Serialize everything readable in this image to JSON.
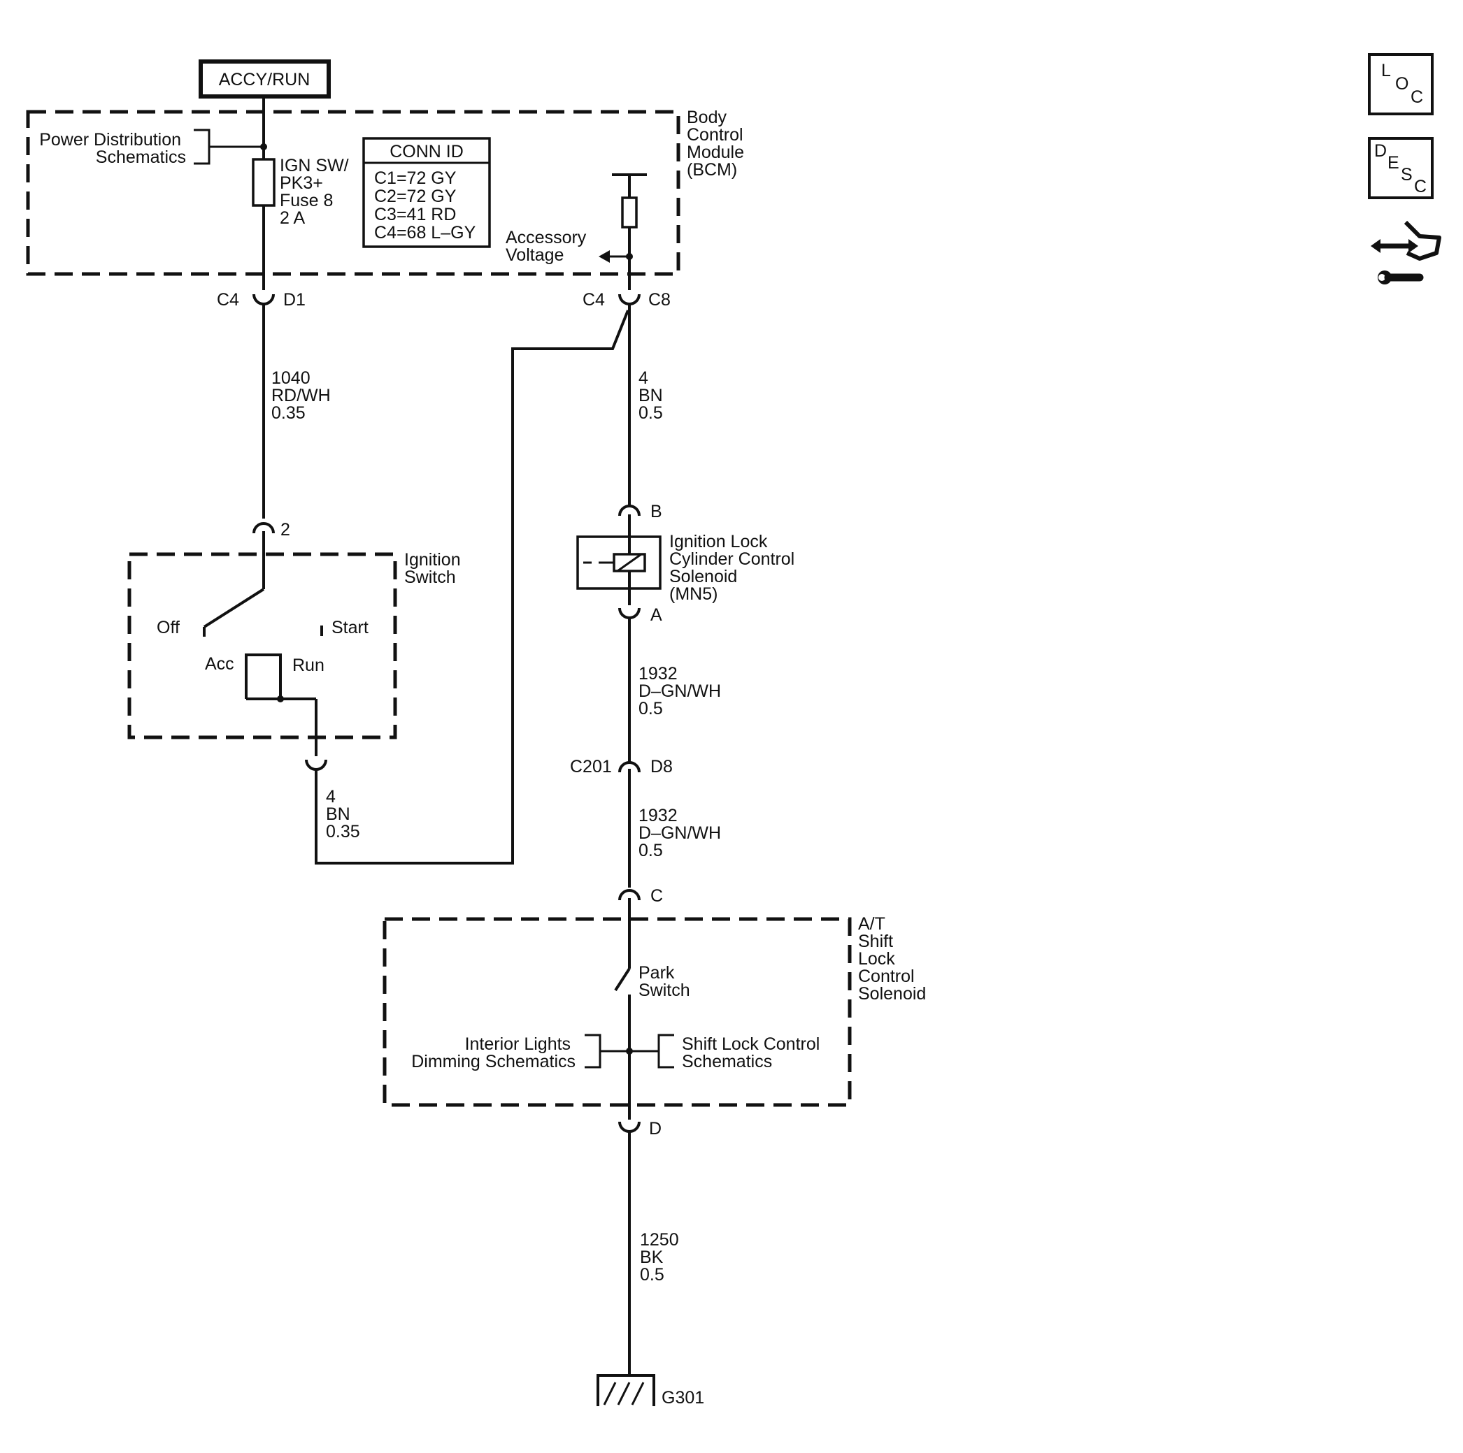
{
  "power_source": "ACCY/RUN",
  "bcm": {
    "label": [
      "Body",
      "Control",
      "Module",
      "(BCM)"
    ],
    "power_distribution_ref": [
      "Power Distribution",
      "Schematics"
    ],
    "fuse": [
      "IGN SW/",
      "PK3+",
      "Fuse 8",
      "2 A"
    ],
    "conn_id": {
      "title": "CONN ID",
      "rows": [
        "C1=72 GY",
        "C2=72 GY",
        "C3=41 RD",
        "C4=68 L–GY"
      ]
    },
    "accessory_voltage": [
      "Accessory",
      "Voltage"
    ]
  },
  "connectors": {
    "bcm_left": [
      "C4",
      "D1"
    ],
    "bcm_right": [
      "C4",
      "C8"
    ],
    "ign_switch_top": "2",
    "solenoid_top": "B",
    "solenoid_bottom": "A",
    "c201": [
      "C201",
      "D8"
    ],
    "shift_top": "C",
    "shift_bottom": "D"
  },
  "wires": {
    "w1040": [
      "1040",
      "RD/WH",
      "0.35"
    ],
    "w4_right": [
      "4",
      "BN",
      "0.5"
    ],
    "w4_left": [
      "4",
      "BN",
      "0.35"
    ],
    "w1932_upper": [
      "1932",
      "D–GN/WH",
      "0.5"
    ],
    "w1932_lower": [
      "1932",
      "D–GN/WH",
      "0.5"
    ],
    "w1250": [
      "1250",
      "BK",
      "0.5"
    ]
  },
  "ignition_switch": {
    "label": [
      "Ignition",
      "Switch"
    ],
    "positions": {
      "off": "Off",
      "start": "Start",
      "acc": "Acc",
      "run": "Run"
    }
  },
  "solenoid": {
    "label": [
      "Ignition Lock",
      "Cylinder Control",
      "Solenoid",
      "(MN5)"
    ]
  },
  "shift_lock": {
    "label": [
      "A/T",
      "Shift",
      "Lock",
      "Control",
      "Solenoid"
    ],
    "park_switch": [
      "Park",
      "Switch"
    ],
    "interior_ref": [
      "Interior Lights",
      "Dimming Schematics"
    ],
    "shift_ref": [
      "Shift Lock Control",
      "Schematics"
    ]
  },
  "ground": "G301",
  "nav_icons": {
    "loc": [
      "L",
      "O",
      "C"
    ],
    "desc": [
      "D",
      "E",
      "S",
      "C"
    ],
    "tool_icon": "connector-wrench-icon"
  }
}
